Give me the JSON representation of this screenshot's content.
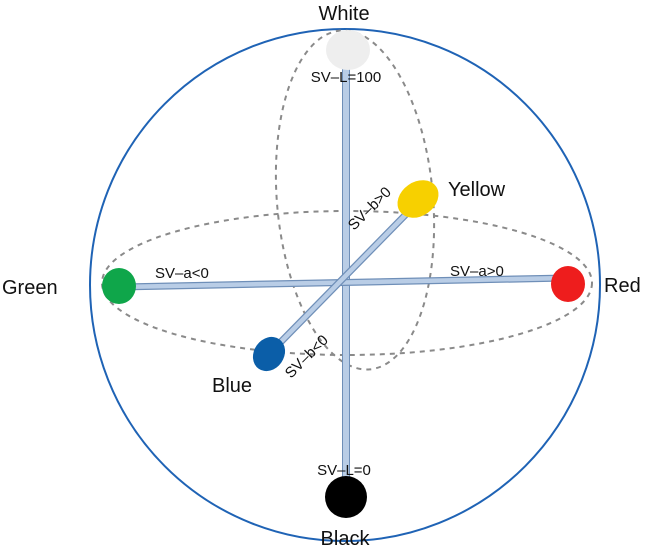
{
  "colors": {
    "sphere_outline": "#1f63b5",
    "dashed_ellipse": "#8a8a8a",
    "axis_line": "#b9cde6",
    "axis_edge": "#6f8fb8",
    "white_ball": "#eeeeee",
    "yellow_ball": "#f7d000",
    "green_ball": "#0fa64a",
    "red_ball": "#ee1d1d",
    "blue_ball": "#0b5ea8",
    "black_ball": "#000000"
  },
  "labels": {
    "white": "White",
    "black": "Black",
    "green": "Green",
    "red": "Red",
    "yellow": "Yellow",
    "blue": "Blue"
  },
  "axis_labels": {
    "l_top": "SV–L=100",
    "l_bottom": "SV–L=0",
    "a_neg": "SV–a<0",
    "a_pos": "SV–a>0",
    "b_pos": "SV–b>0",
    "b_neg": "SV–b<0"
  }
}
